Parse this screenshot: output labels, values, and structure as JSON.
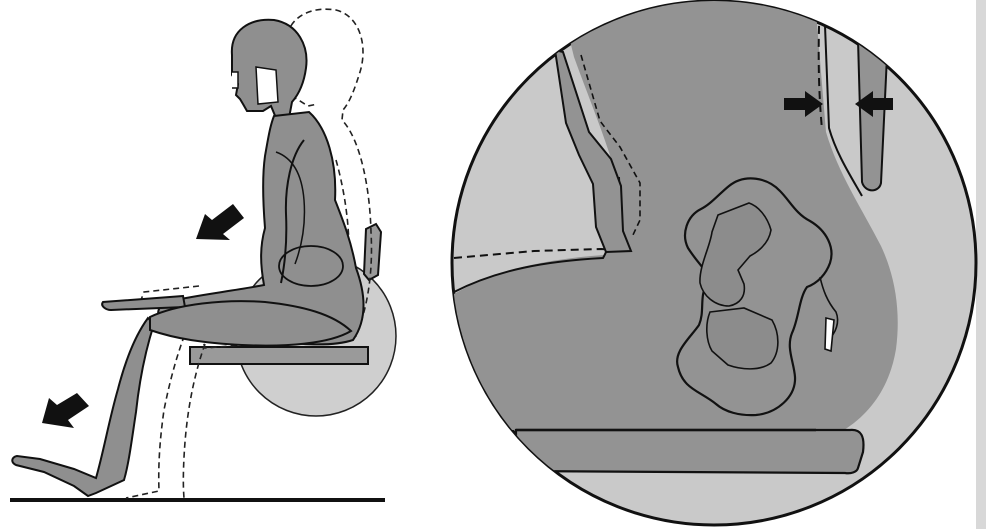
{
  "figure": {
    "panels": [
      {
        "id": "posture-comparison",
        "description": "seated-figure"
      },
      {
        "id": "pelvis-detail",
        "description": "magnified-view"
      }
    ],
    "colors": {
      "figure_fill": "#8f8f8f",
      "magnifier_fill": "#c9c9c9",
      "detail_fill": "#939393",
      "seat_fill": "#9a9a9a",
      "outline": "#111111",
      "arrow": "#111111",
      "paper_edge": "#d8d8d8"
    },
    "icons": {
      "forward_lean_arrow": "arrow-up-left",
      "leg_arrow": "arrow-up-left",
      "compression_arrows": "arrow-pair-inward"
    }
  }
}
